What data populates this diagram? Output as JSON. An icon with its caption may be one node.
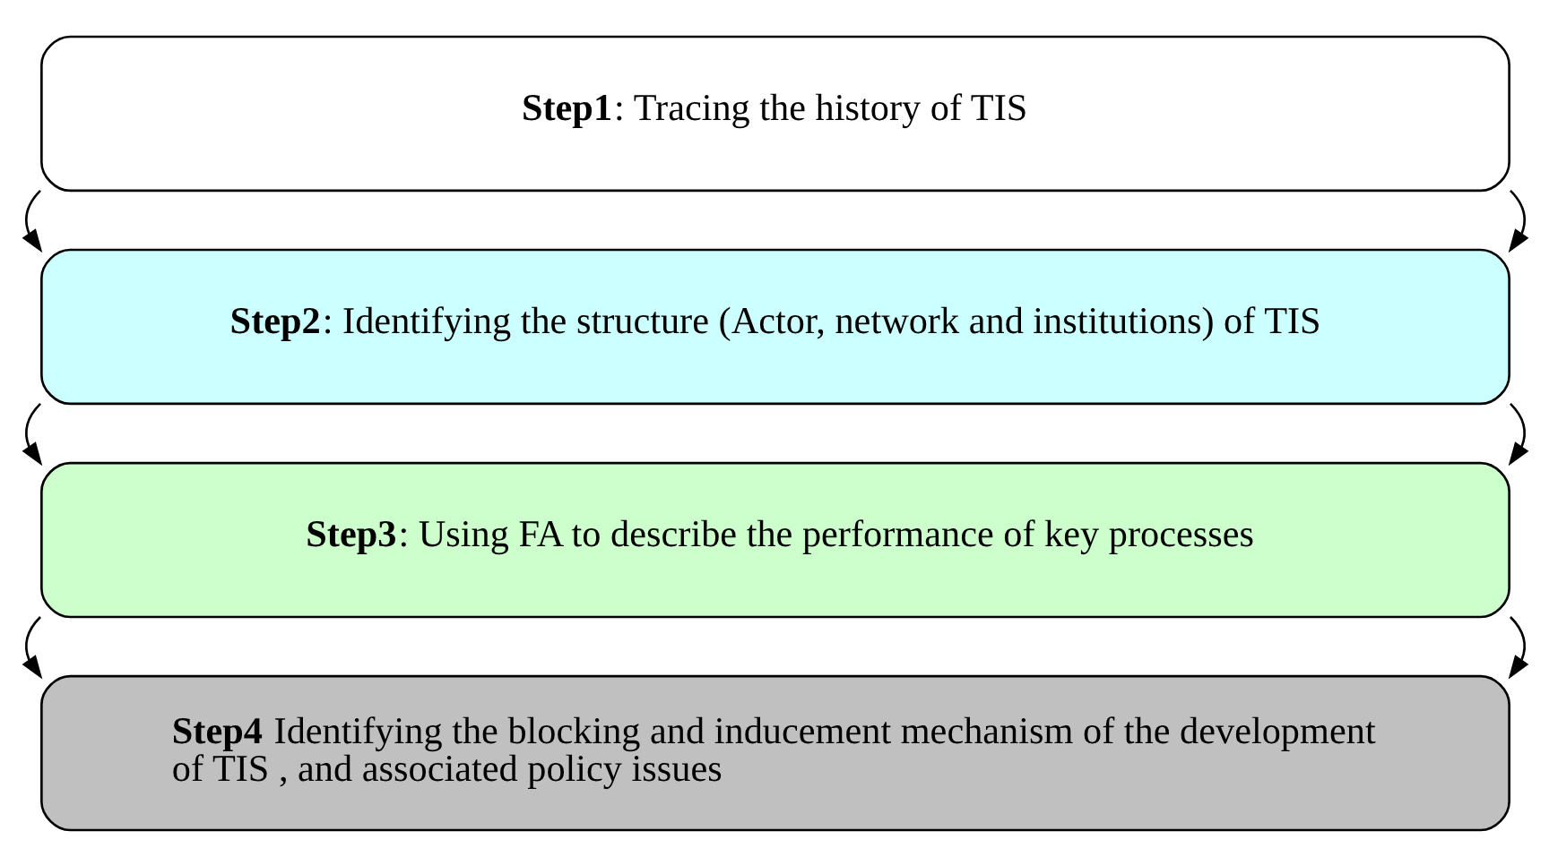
{
  "diagram": {
    "nodes": [
      {
        "text": [
          "**Step1**: Tracing the history of TIS"
        ]
      },
      {
        "text": [
          "**Step2**: Identifying the structure (Actor, network and institutions) of TIS"
        ]
      },
      {
        "text": [
          "**Step3**: Using FA to describe the performance of key processes"
        ]
      },
      {
        "text": [
          "**Step4** Identifying the blocking and inducement mechanism of the development of TIS , and associated policy issues"
        ]
      }
    ],
    "edges": [
      {
        "from": 0,
        "to": 1,
        "arrow": "to"
      },
      {
        "from": 0,
        "to": 1,
        "arrow": "to"
      },
      {
        "from": 1,
        "to": 2,
        "arrow": "to"
      },
      {
        "from": 1,
        "to": 2,
        "arrow": "to"
      },
      {
        "from": 2,
        "to": 3,
        "arrow": "to"
      },
      {
        "from": 2,
        "to": 3,
        "arrow": "to"
      }
    ]
  }
}
